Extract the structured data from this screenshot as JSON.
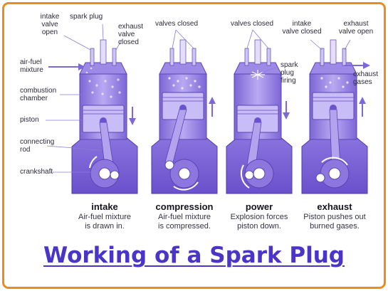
{
  "labels": {
    "intake_valve_open": [
      "intake",
      "valve",
      "open"
    ],
    "spark_plug": "spark plug",
    "exhaust_valve_closed": [
      "exhaust",
      "valve",
      "closed"
    ],
    "air_fuel_mixture": [
      "air-fuel",
      "mixture"
    ],
    "combustion_chamber": [
      "combustion",
      "chamber"
    ],
    "piston": "piston",
    "connecting_rod": [
      "connecting",
      "rod"
    ],
    "crankshaft": "crankshaft",
    "valves_closed_1": "valves closed",
    "valves_closed_2": "valves closed",
    "spark_plug_firing": [
      "spark",
      "plug",
      "firing"
    ],
    "intake_valve_closed": [
      "intake",
      "valve closed"
    ],
    "exhaust_valve_open": [
      "exhaust",
      "valve open"
    ],
    "exhaust_gases": [
      "exhaust",
      "gases"
    ]
  },
  "stages": [
    {
      "name": "intake",
      "desc": [
        "Air-fuel mixture",
        "is drawn in."
      ]
    },
    {
      "name": "compression",
      "desc": [
        "Air-fuel mixture",
        "is compressed."
      ]
    },
    {
      "name": "power",
      "desc": [
        "Explosion forces",
        "piston down."
      ]
    },
    {
      "name": "exhaust",
      "desc": [
        "Piston pushes out",
        "burned gases."
      ]
    }
  ],
  "title": "Working of a Spark Plug",
  "colors": {
    "border": "#f08a1c",
    "title": "#4a35c8",
    "engine_dark": "#6b52cf",
    "engine_light": "#a896ec",
    "engine_pale": "#d9d0fa",
    "arrow": "#7d68d8"
  }
}
